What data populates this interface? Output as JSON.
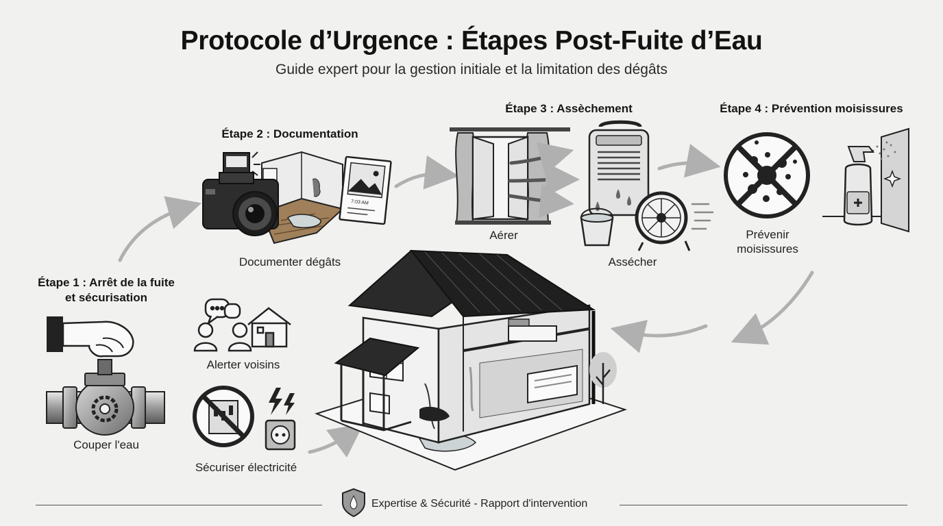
{
  "header": {
    "title": "Protocole d’Urgence : Étapes Post-Fuite d’Eau",
    "subtitle": "Guide expert pour la gestion initiale et la limitation des dégâts"
  },
  "steps": {
    "step1": {
      "heading_line1": "Étape 1 : Arrêt de la fuite",
      "heading_line2": "et sécurisation",
      "captions": {
        "cut_water": "Couper l'eau",
        "alert_neighbors": "Alerter voisins",
        "secure_electricity": "Sécuriser électricité"
      }
    },
    "step2": {
      "heading": "Étape 2 : Documentation",
      "caption": "Documenter dégâts",
      "photo_stamp": "7:03 AM"
    },
    "step3": {
      "heading": "Étape 3 : Assèchement",
      "captions": {
        "ventilate": "Aérer",
        "dry": "Assécher"
      }
    },
    "step4": {
      "heading": "Étape 4 : Prévention moisissures",
      "caption_line1": "Prévenir",
      "caption_line2": "moisissures"
    }
  },
  "footer": {
    "text": "Expertise & Sécurité - Rapport d'intervention"
  },
  "colors": {
    "background": "#f1f1ef",
    "ink": "#1c1c1c",
    "arrow": "#b3b3b3",
    "shade": "#8a8a8a"
  },
  "icons": [
    "valve-hand-icon",
    "speech-bubbles-icon",
    "people-icon",
    "house-small-icon",
    "no-electric-panel-icon",
    "lightning-icon",
    "power-outlet-icon",
    "camera-icon",
    "damaged-room-icon",
    "photo-print-icon",
    "open-window-icon",
    "dehumidifier-icon",
    "fan-icon",
    "bucket-icon",
    "no-mold-icon",
    "spray-bottle-icon",
    "house-cutaway-icon",
    "shield-drop-icon"
  ]
}
